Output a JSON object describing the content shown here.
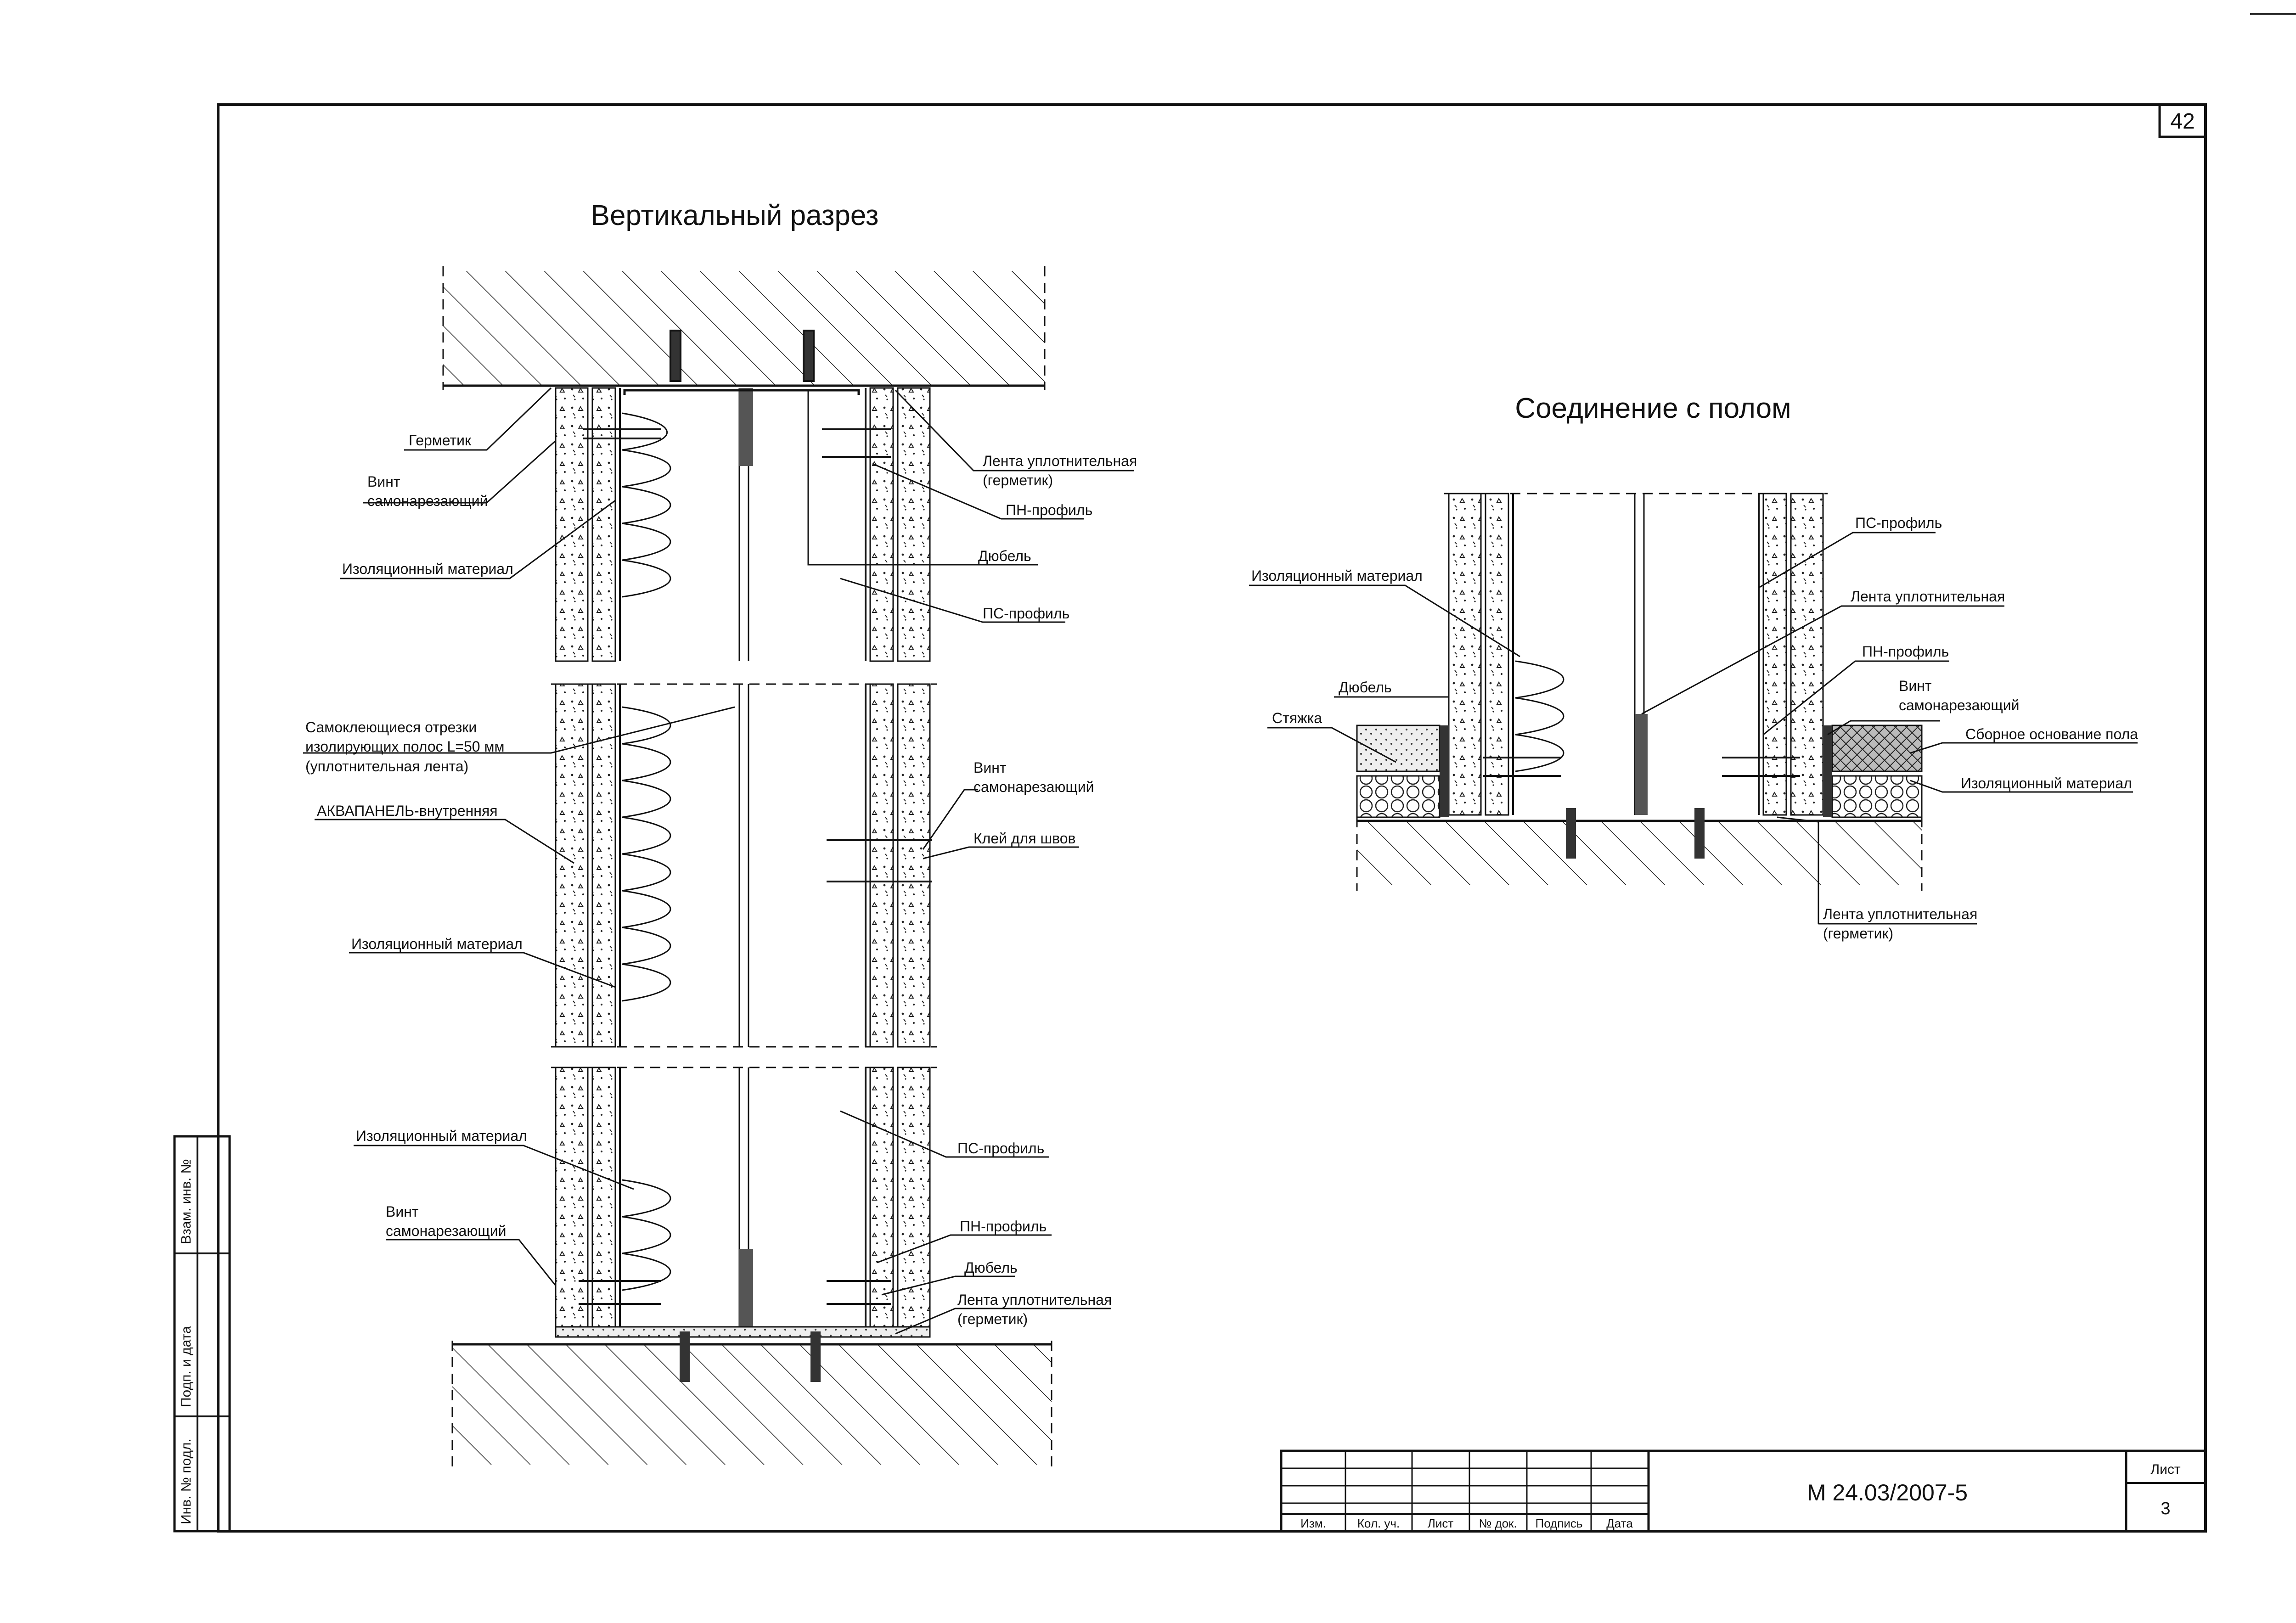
{
  "sheet": {
    "number": "42",
    "designation": "М 24.03/2007-5",
    "sheet_label": "Лист",
    "sheet_value": "3"
  },
  "title_block": {
    "columns": [
      "Изм.",
      "Кол. уч.",
      "Лист",
      "№ док.",
      "Подпись",
      "Дата"
    ]
  },
  "side_stamp": {
    "fields": [
      "Взам. инв. №",
      "Подп. и дата",
      "Инв. № подл."
    ]
  },
  "left_view": {
    "title": "Вертикальный разрез",
    "top_labels": {
      "hermetic": "Герметик",
      "screw_1": "Винт",
      "screw_2": "самонарезающий",
      "insulation": "Изоляционный материал",
      "tape_1": "Лента уплотнительная",
      "tape_2": "(герметик)",
      "pn_profile": "ПН-профиль",
      "dowel": "Дюбель",
      "ps_profile": "ПС-профиль"
    },
    "middle_labels": {
      "strips_1": "Самоклеющиеся отрезки",
      "strips_2": "изолирующих полос L=50 мм",
      "strips_3": "(уплотнительная лента)",
      "aquapanel": "АКВАПАНЕЛЬ-внутренняя",
      "insulation": "Изоляционный материал",
      "screw_1": "Винт",
      "screw_2": "самонарезающий",
      "glue": "Клей для швов"
    },
    "bottom_labels": {
      "insulation": "Изоляционный материал",
      "screw_1": "Винт",
      "screw_2": "самонарезающий",
      "ps_profile": "ПС-профиль",
      "pn_profile": "ПН-профиль",
      "dowel": "Дюбель",
      "tape_1": "Лента уплотнительная",
      "tape_2": "(герметик)"
    }
  },
  "right_view": {
    "title": "Соединение с полом",
    "labels": {
      "insulation": "Изоляционный материал",
      "dowel": "Дюбель",
      "screed": "Стяжка",
      "ps_profile": "ПС-профиль",
      "tape": "Лента уплотнительная",
      "pn_profile": "ПН-профиль",
      "screw_1": "Винт",
      "screw_2": "самонарезающий",
      "floor_base": "Сборное основание пола",
      "insulation_2": "Изоляционный материал",
      "tape_bottom_1": "Лента уплотнительная",
      "tape_bottom_2": "(герметик)"
    }
  }
}
